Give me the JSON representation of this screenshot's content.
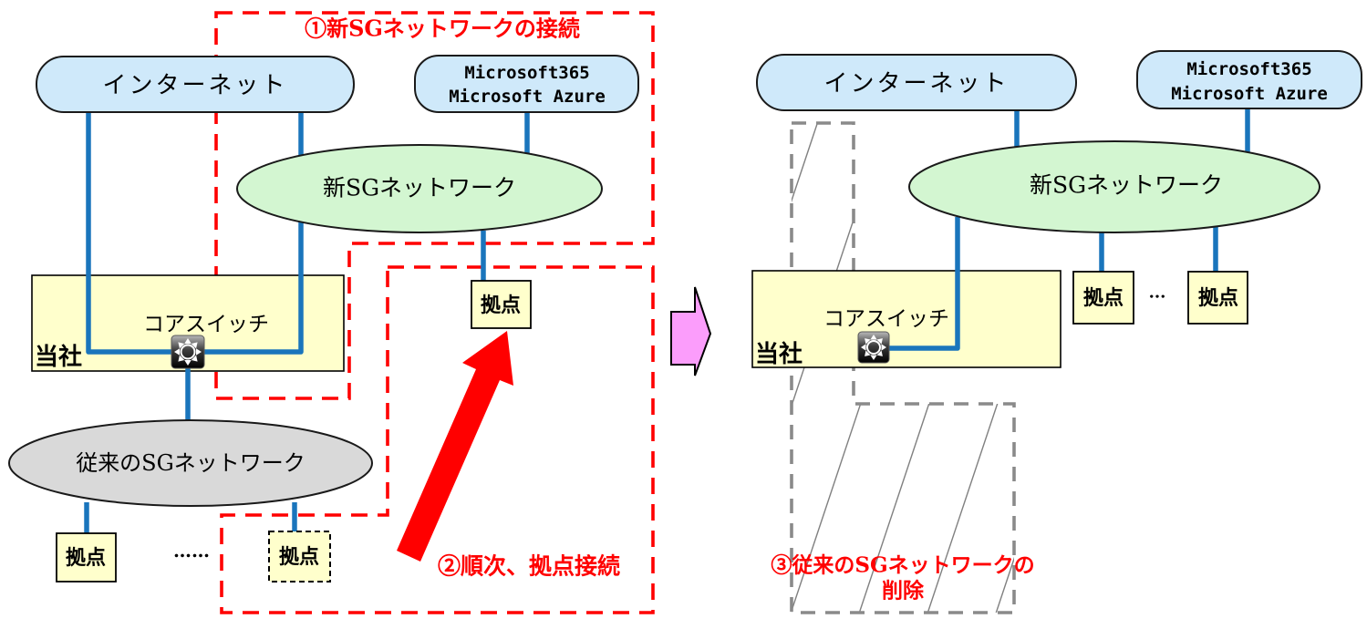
{
  "colors": {
    "node_blue": "#cfe9fa",
    "node_green": "#d3f6d1",
    "node_gray": "#d9d9d9",
    "node_yellow": "#ffffcc",
    "connector_blue": "#1a75bc",
    "annotation_red": "#ff0000",
    "transition_pink": "#fb9dfb",
    "deleted_gray": "#8a8a8a"
  },
  "left": {
    "step1_label": "①新SGネットワークの接続",
    "step2_label": "②順次、拠点接続",
    "internet_label": "インターネット",
    "cloud_line1": "Microsoft365",
    "cloud_line2": "Microsoft Azure",
    "new_network_label": "新SGネットワーク",
    "company_label": "当社",
    "core_switch_label": "コアスイッチ",
    "legacy_network_label": "従来のSGネットワーク",
    "site1_label": "拠点",
    "site2_label": "拠点",
    "site_new_label": "拠点",
    "ellipsis": "……"
  },
  "right": {
    "step3_line1": "③従来のSGネットワークの",
    "step3_line2": "削除",
    "internet_label": "インターネット",
    "cloud_line1": "Microsoft365",
    "cloud_line2": "Microsoft Azure",
    "new_network_label": "新SGネットワーク",
    "company_label": "当社",
    "core_switch_label": "コアスイッチ",
    "site1_label": "拠点",
    "site2_label": "拠点",
    "ellipsis": "..."
  }
}
